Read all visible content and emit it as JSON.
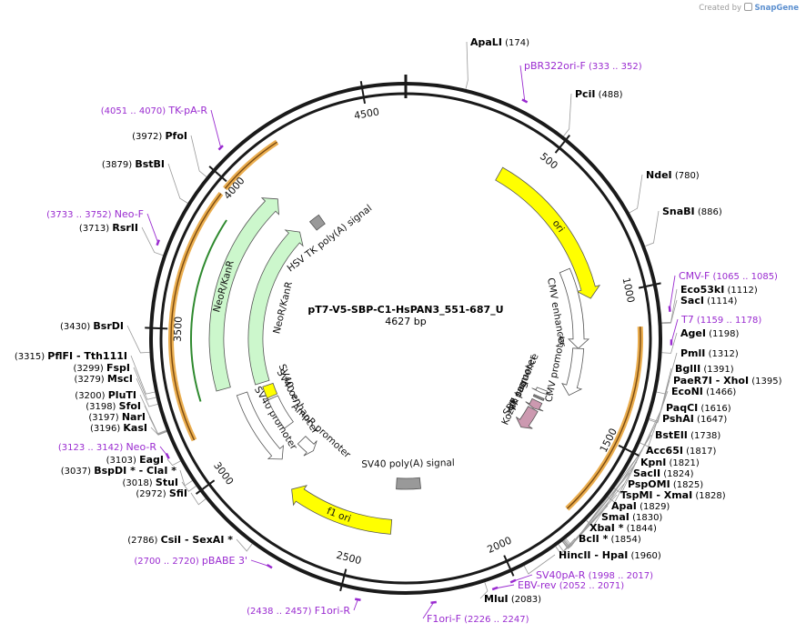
{
  "credit": {
    "prefix": "Created by",
    "brand": "SnapGene"
  },
  "plasmid": {
    "name": "pT7-V5-SBP-C1-HsPAN3_551-687_U",
    "size_label": "4627 bp",
    "length": 4627
  },
  "ticks": [
    "500",
    "1000",
    "1500",
    "2000",
    "2500",
    "3000",
    "3500",
    "4000",
    "4500"
  ],
  "features": [
    {
      "label": "ori",
      "start": 380,
      "end": 1000,
      "strand": "fwd",
      "color": "#ffff00",
      "kind": "big"
    },
    {
      "label": "CMV enhancer",
      "start": 860,
      "end": 1200,
      "strand": "fwd",
      "color": "#ffffff",
      "kind": "mid"
    },
    {
      "label": "CMV promoter",
      "start": 1200,
      "end": 1404,
      "strand": "fwd",
      "color": "#ffffff",
      "kind": "mid"
    },
    {
      "label": "T7 promoter",
      "start": 1420,
      "end": 1438,
      "strand": "fwd",
      "color": "#ffffff",
      "kind": "small"
    },
    {
      "label": "Kozak sequence",
      "start": 1460,
      "end": 1470,
      "strand": "none",
      "color": "#888888",
      "kind": "small"
    },
    {
      "label": "V5 tag",
      "start": 1485,
      "end": 1525,
      "strand": "fwd",
      "color": "#cc99b0",
      "kind": "small"
    },
    {
      "label": "SBP",
      "start": 1530,
      "end": 1640,
      "strand": "fwd",
      "color": "#cc99b0",
      "kind": "small"
    },
    {
      "label": "SV40 poly(A) signal",
      "start": 2240,
      "end": 2360,
      "strand": "none",
      "color": "#999999",
      "kind": "small"
    },
    {
      "label": "f1 ori",
      "start": 2370,
      "end": 2790,
      "strand": "fwd",
      "color": "#ffff00",
      "kind": "big"
    },
    {
      "label": "AmpR promoter",
      "start": 2820,
      "end": 2900,
      "strand": "rev",
      "color": "#ffffff",
      "kind": "small"
    },
    {
      "label": "SV40 promoter",
      "start": 2900,
      "end": 3230,
      "strand": "rev",
      "color": "#ffffff",
      "kind": "mid"
    },
    {
      "label": "SV40 enhancer",
      "start": 3000,
      "end": 3160,
      "strand": "none",
      "color": "#ffffff",
      "kind": "small"
    },
    {
      "label": "SV40 ori",
      "start": 3170,
      "end": 3230,
      "strand": "none",
      "color": "#ffff00",
      "kind": "small"
    },
    {
      "label": "NeoR/KanR",
      "start": 3270,
      "end": 4080,
      "strand": "fwd",
      "color": "#ccf7cc",
      "kind": "big"
    },
    {
      "label": "NeoR/KanR",
      "start": 3250,
      "end": 4050,
      "strand": "fwd",
      "color": "#ccf7cc",
      "kind": "big2"
    },
    {
      "label": "HSV TK poly(A) signal",
      "start": 4120,
      "end": 4175,
      "strand": "none",
      "color": "#999999",
      "kind": "small"
    }
  ],
  "sites": [
    {
      "name": "ApaLI",
      "pos": "(174)"
    },
    {
      "name": "PciI",
      "pos": "(488)"
    },
    {
      "name": "NdeI",
      "pos": "(780)"
    },
    {
      "name": "SnaBI",
      "pos": "(886)"
    },
    {
      "name": "Eco53kI",
      "pos": "(1112)"
    },
    {
      "name": "SacI",
      "pos": "(1114)"
    },
    {
      "name": "AgeI",
      "pos": "(1198)"
    },
    {
      "name": "PmlI",
      "pos": "(1312)"
    },
    {
      "name": "BglII",
      "pos": "(1391)"
    },
    {
      "name": "PaeR7I - XhoI",
      "pos": "(1395)"
    },
    {
      "name": "EcoNI",
      "pos": "(1466)"
    },
    {
      "name": "PaqCI",
      "pos": "(1616)"
    },
    {
      "name": "PshAI",
      "pos": "(1647)"
    },
    {
      "name": "BstEII",
      "pos": "(1738)"
    },
    {
      "name": "Acc65I",
      "pos": "(1817)"
    },
    {
      "name": "KpnI",
      "pos": "(1821)"
    },
    {
      "name": "SacII",
      "pos": "(1824)"
    },
    {
      "name": "PspOMI",
      "pos": "(1825)"
    },
    {
      "name": "TspMI - XmaI",
      "pos": "(1828)"
    },
    {
      "name": "ApaI",
      "pos": "(1829)"
    },
    {
      "name": "SmaI",
      "pos": "(1830)"
    },
    {
      "name": "XbaI *",
      "pos": "(1844)"
    },
    {
      "name": "BclI *",
      "pos": "(1854)"
    },
    {
      "name": "HincII - HpaI",
      "pos": "(1960)"
    },
    {
      "name": "MluI",
      "pos": "(2083)"
    },
    {
      "name": "CsiI - SexAI *",
      "pos": "(2786)"
    },
    {
      "name": "SfiI",
      "pos": "(2972)"
    },
    {
      "name": "StuI",
      "pos": "(3018)"
    },
    {
      "name": "BspDI * - ClaI *",
      "pos": "(3037)"
    },
    {
      "name": "EagI",
      "pos": "(3103)"
    },
    {
      "name": "KasI",
      "pos": "(3196)"
    },
    {
      "name": "NarI",
      "pos": "(3197)"
    },
    {
      "name": "SfoI",
      "pos": "(3198)"
    },
    {
      "name": "PluTI",
      "pos": "(3200)"
    },
    {
      "name": "MscI",
      "pos": "(3279)"
    },
    {
      "name": "FspI",
      "pos": "(3299)"
    },
    {
      "name": "PflFI - Tth111I",
      "pos": "(3315)"
    },
    {
      "name": "BsrDI",
      "pos": "(3430)"
    },
    {
      "name": "RsrII",
      "pos": "(3713)"
    },
    {
      "name": "BstBI",
      "pos": "(3879)"
    },
    {
      "name": "PfoI",
      "pos": "(3972)"
    }
  ],
  "primers": [
    {
      "name": "pBR322ori-F",
      "pos": "(333 .. 352)"
    },
    {
      "name": "CMV-F",
      "pos": "(1065 .. 1085)"
    },
    {
      "name": "T7",
      "pos": "(1159 .. 1178)"
    },
    {
      "name": "SV40pA-R",
      "pos": "(1998 .. 2017)"
    },
    {
      "name": "EBV-rev",
      "pos": "(2052 .. 2071)"
    },
    {
      "name": "F1ori-F",
      "pos": "(2226 .. 2247)"
    },
    {
      "name": "F1ori-R",
      "pos": "(2438 .. 2457)"
    },
    {
      "name": "pBABE 3'",
      "pos": "(2700 .. 2720)"
    },
    {
      "name": "Neo-R",
      "pos": "(3123 .. 3142)"
    },
    {
      "name": "Neo-F",
      "pos": "(3733 .. 3752)"
    },
    {
      "name": "TK-pA-R",
      "pos": "(4051 .. 4070)"
    }
  ],
  "colors": {
    "ring": "#1a1a1a",
    "primer": "#9a2bd0",
    "orf_outline": "#e8a030",
    "green_arrow": "#2f8a2f"
  }
}
